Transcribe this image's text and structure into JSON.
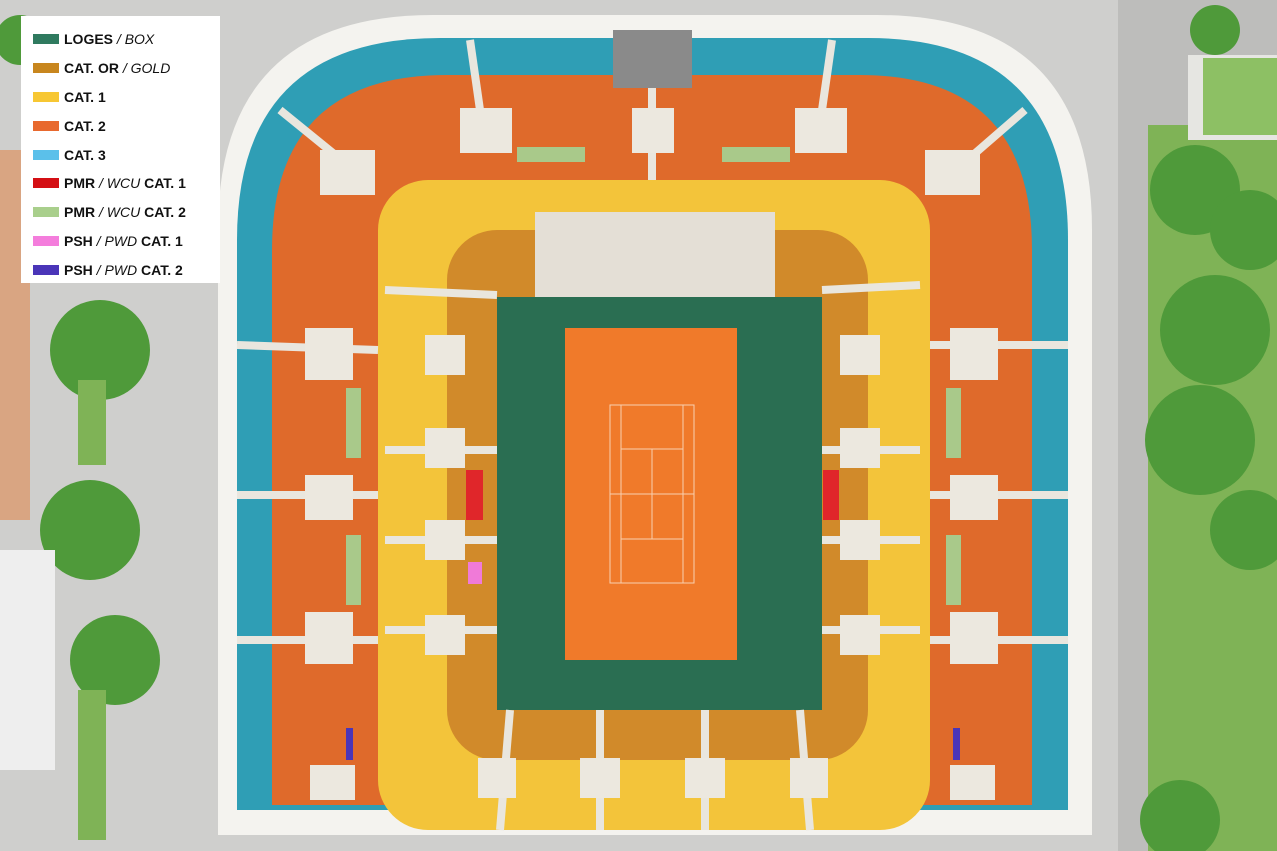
{
  "legend": {
    "items": [
      {
        "bold": "LOGES",
        "sep": " / ",
        "italic": "BOX",
        "suffix": "",
        "color": "#2f7a5f"
      },
      {
        "bold": "CAT. OR",
        "sep": " / ",
        "italic": "GOLD",
        "suffix": "",
        "color": "#c8861e"
      },
      {
        "bold": "CAT. 1",
        "sep": "",
        "italic": "",
        "suffix": "",
        "color": "#f7c733"
      },
      {
        "bold": "CAT. 2",
        "sep": "",
        "italic": "",
        "suffix": "",
        "color": "#e8692e"
      },
      {
        "bold": "CAT. 3",
        "sep": "",
        "italic": "",
        "suffix": "",
        "color": "#5bc0ea"
      },
      {
        "bold": "PMR",
        "sep": " / ",
        "italic": "WCU",
        "suffix": " CAT. 1",
        "color": "#d40f14"
      },
      {
        "bold": "PMR",
        "sep": " / ",
        "italic": "WCU",
        "suffix": " CAT. 2",
        "color": "#a9cf8c"
      },
      {
        "bold": "PSH",
        "sep": " / ",
        "italic": "PWD",
        "suffix": " CAT. 1",
        "color": "#f47ddc"
      },
      {
        "bold": "PSH",
        "sep": " / ",
        "italic": "PWD",
        "suffix": " CAT. 2",
        "color": "#4a35b8"
      }
    ]
  },
  "colors": {
    "box": "#2a6e52",
    "gold": "#d18a2a",
    "cat1": "#f3c43a",
    "cat2": "#df6a2b",
    "cat3": "#2f9eb5",
    "wcu1": "#e0262a",
    "wcu2": "#a9c98a",
    "pwd1": "#f07ad8",
    "pwd2": "#4a35b8",
    "court": "#f07a2a",
    "grass": "#7fb356"
  }
}
